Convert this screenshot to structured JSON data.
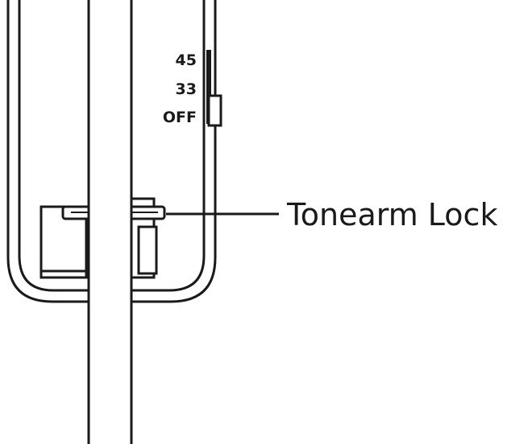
{
  "diagram": {
    "speed_selector": {
      "labels": [
        "45",
        "33",
        "OFF"
      ],
      "selected": "OFF"
    },
    "callout": {
      "label": "Tonearm Lock"
    },
    "colors": {
      "line": "#1a1a1a",
      "background": "#ffffff"
    }
  }
}
